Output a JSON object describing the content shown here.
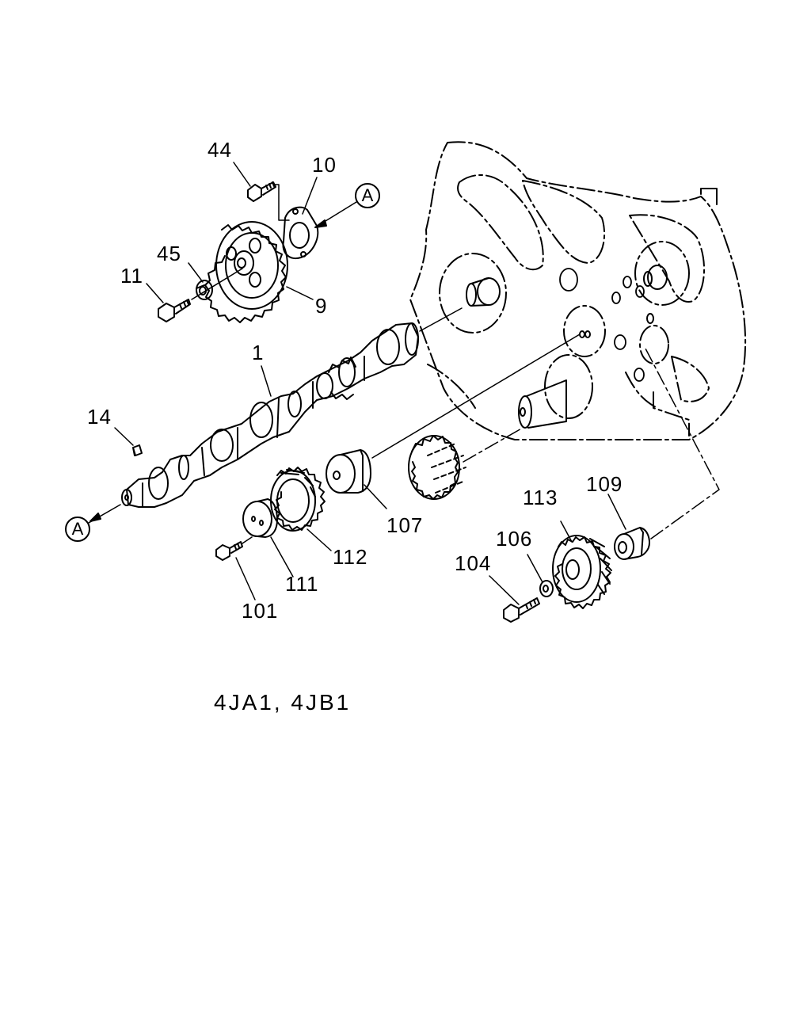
{
  "diagram": {
    "callouts": {
      "c44": "44",
      "c10": "10",
      "c45": "45",
      "c11": "11",
      "c9": "9",
      "c1": "1",
      "c14": "14",
      "c107": "107",
      "c112": "112",
      "c111": "111",
      "c101": "101",
      "c113": "113",
      "c109": "109",
      "c106": "106",
      "c104": "104"
    },
    "ref_marker": "A",
    "caption": "4JA1, 4JB1"
  }
}
